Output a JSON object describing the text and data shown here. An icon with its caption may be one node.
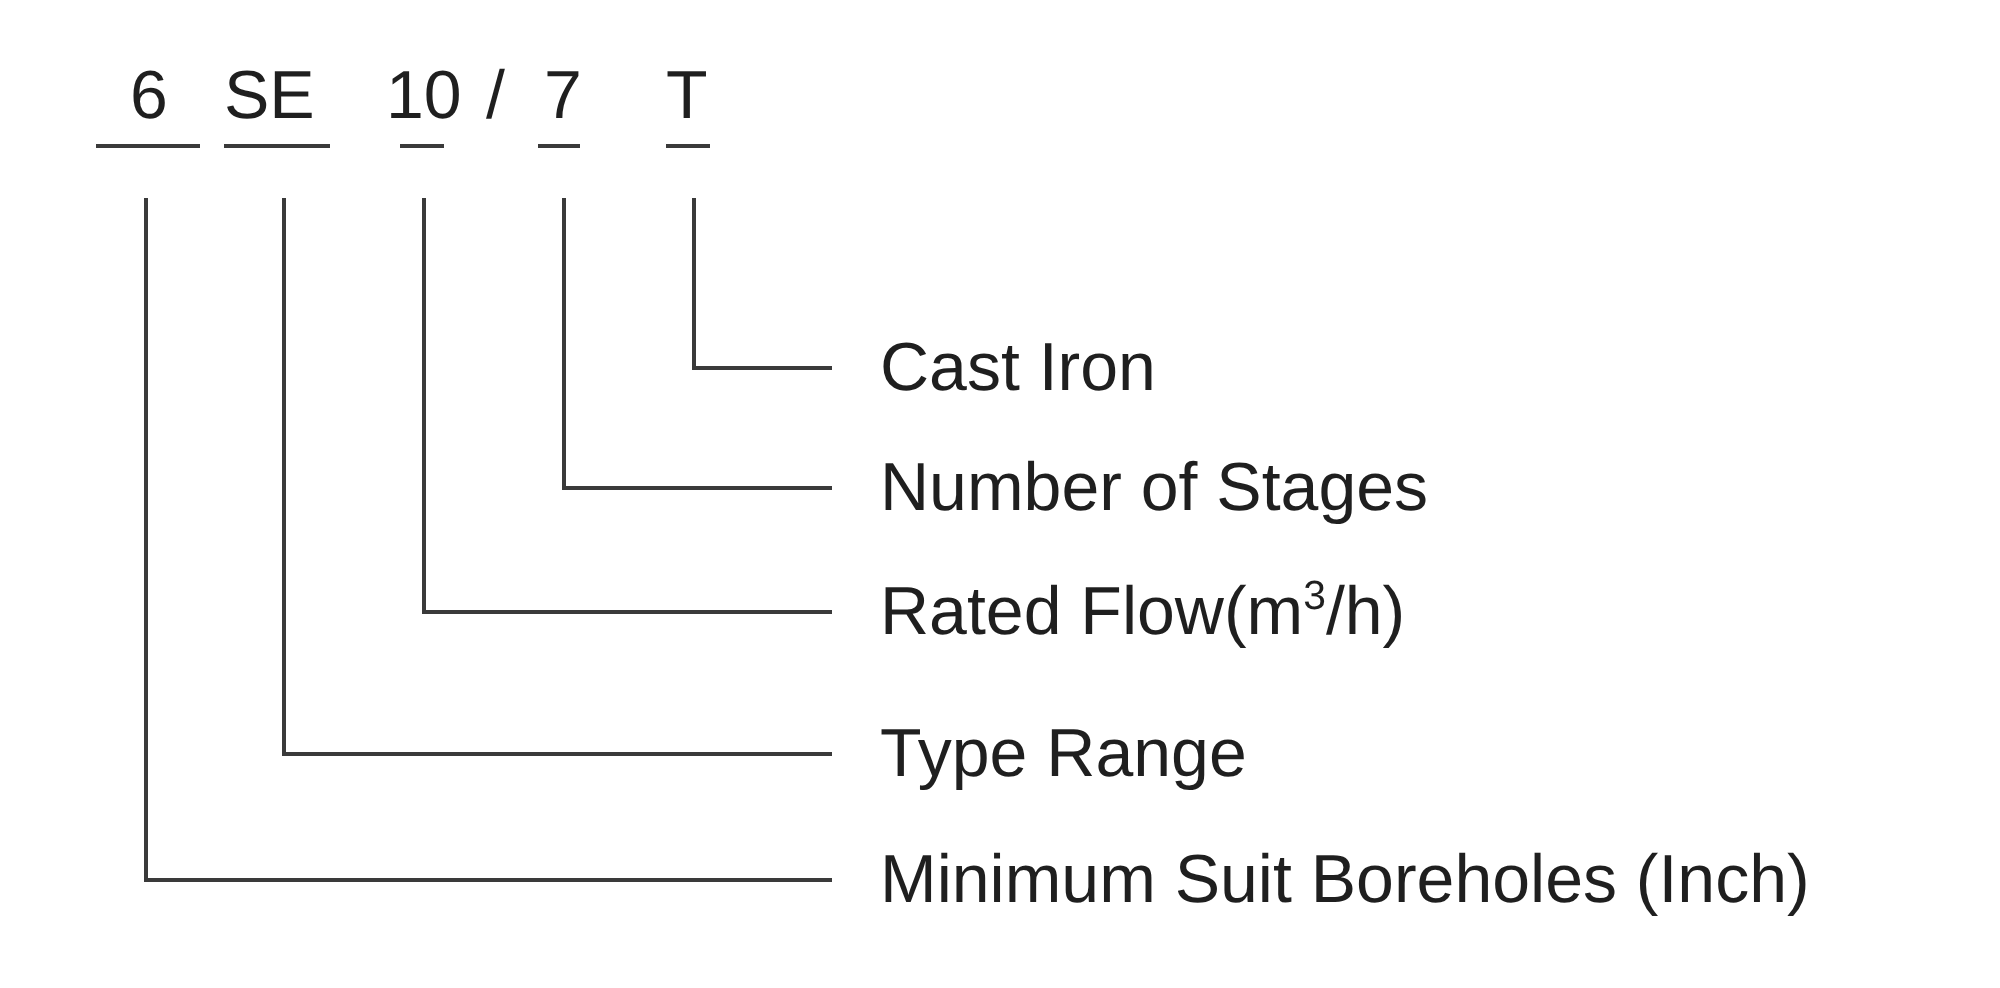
{
  "diagram": {
    "nodes": [
      {
        "text": [
          "6"
        ]
      },
      {
        "text": [
          "SE"
        ]
      },
      {
        "text": [
          "10"
        ]
      },
      {
        "text": [
          "7"
        ]
      },
      {
        "text": [
          "T"
        ]
      },
      {
        "text": [
          "Cast Iron"
        ]
      },
      {
        "text": [
          "Number of Stages"
        ]
      },
      {
        "text": [
          "Rated Flow(m$^{3}$/h)"
        ]
      },
      {
        "text": [
          "Type Range"
        ]
      },
      {
        "text": [
          "Minimum Suit Boreholes (Inch)"
        ]
      }
    ],
    "edges": [
      {
        "from": 4,
        "to": 5,
        "arrow": "none"
      },
      {
        "from": 3,
        "to": 6,
        "arrow": "none"
      },
      {
        "from": 2,
        "to": 7,
        "arrow": "none"
      },
      {
        "from": 1,
        "to": 8,
        "arrow": "none"
      },
      {
        "from": 0,
        "to": 9,
        "arrow": "none"
      }
    ],
    "labels": [
      "/"
    ]
  }
}
